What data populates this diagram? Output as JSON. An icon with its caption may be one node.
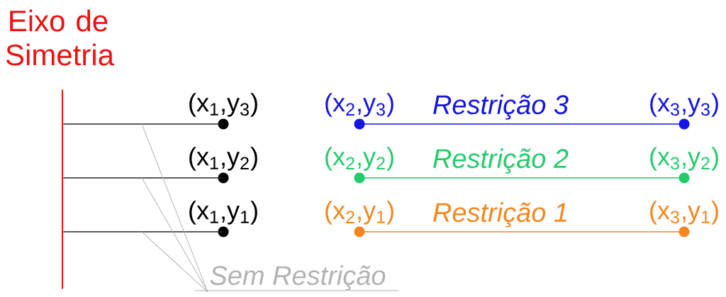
{
  "diagram": {
    "nodes": [
      {
        "text": [
          "Eixo de Simetria"
        ]
      },
      {
        "text": [],
        "shape": "circle",
        "beside": [
          "(x$_{1}$,y$_{3}$)"
        ]
      },
      {
        "text": [],
        "shape": "circle",
        "beside": [
          "(x$_{2}$,y$_{3}$)"
        ]
      },
      {
        "text": [],
        "shape": "circle",
        "beside": [
          "(x$_{3}$,y$_{3}$)"
        ]
      },
      {
        "text": [],
        "shape": "circle",
        "beside": [
          "(x$_{1}$,y$_{2}$)"
        ]
      },
      {
        "text": [],
        "shape": "circle",
        "beside": [
          "(x$_{2}$,y$_{2}$)"
        ]
      },
      {
        "text": [],
        "shape": "circle",
        "beside": [
          "(x$_{3}$,y$_{2}$)"
        ]
      },
      {
        "text": [],
        "shape": "circle",
        "beside": [
          "(x$_{1}$,y$_{1}$)"
        ]
      },
      {
        "text": [],
        "shape": "circle",
        "beside": [
          "(x$_{2}$,y$_{1}$)"
        ]
      },
      {
        "text": [],
        "shape": "circle",
        "beside": [
          "(x$_{3}$,y$_{1}$)"
        ]
      },
      {
        "text": [
          "Sem Restrição"
        ]
      }
    ],
    "edges": [
      {
        "from": 0,
        "to": 1,
        "arrow": "none"
      },
      {
        "from": 0,
        "to": 4,
        "arrow": "none"
      },
      {
        "from": 0,
        "to": 7,
        "arrow": "none"
      },
      {
        "from": 2,
        "to": 3,
        "arrow": "none",
        "label": "Restrição 3",
        "color": "#1414e6"
      },
      {
        "from": 5,
        "to": 6,
        "arrow": "none",
        "label": "Restrição 2",
        "color": "#22cc6a"
      },
      {
        "from": 8,
        "to": 9,
        "arrow": "none",
        "label": "Restrição 1",
        "color": "#f5861f"
      },
      {
        "from": 10,
        "to": null,
        "arrow": "none",
        "color": "#b4b4b4"
      },
      {
        "from": 10,
        "to": null,
        "arrow": "none",
        "color": "#b4b4b4"
      },
      {
        "from": 10,
        "to": null,
        "arrow": "none",
        "color": "#b4b4b4"
      }
    ]
  }
}
